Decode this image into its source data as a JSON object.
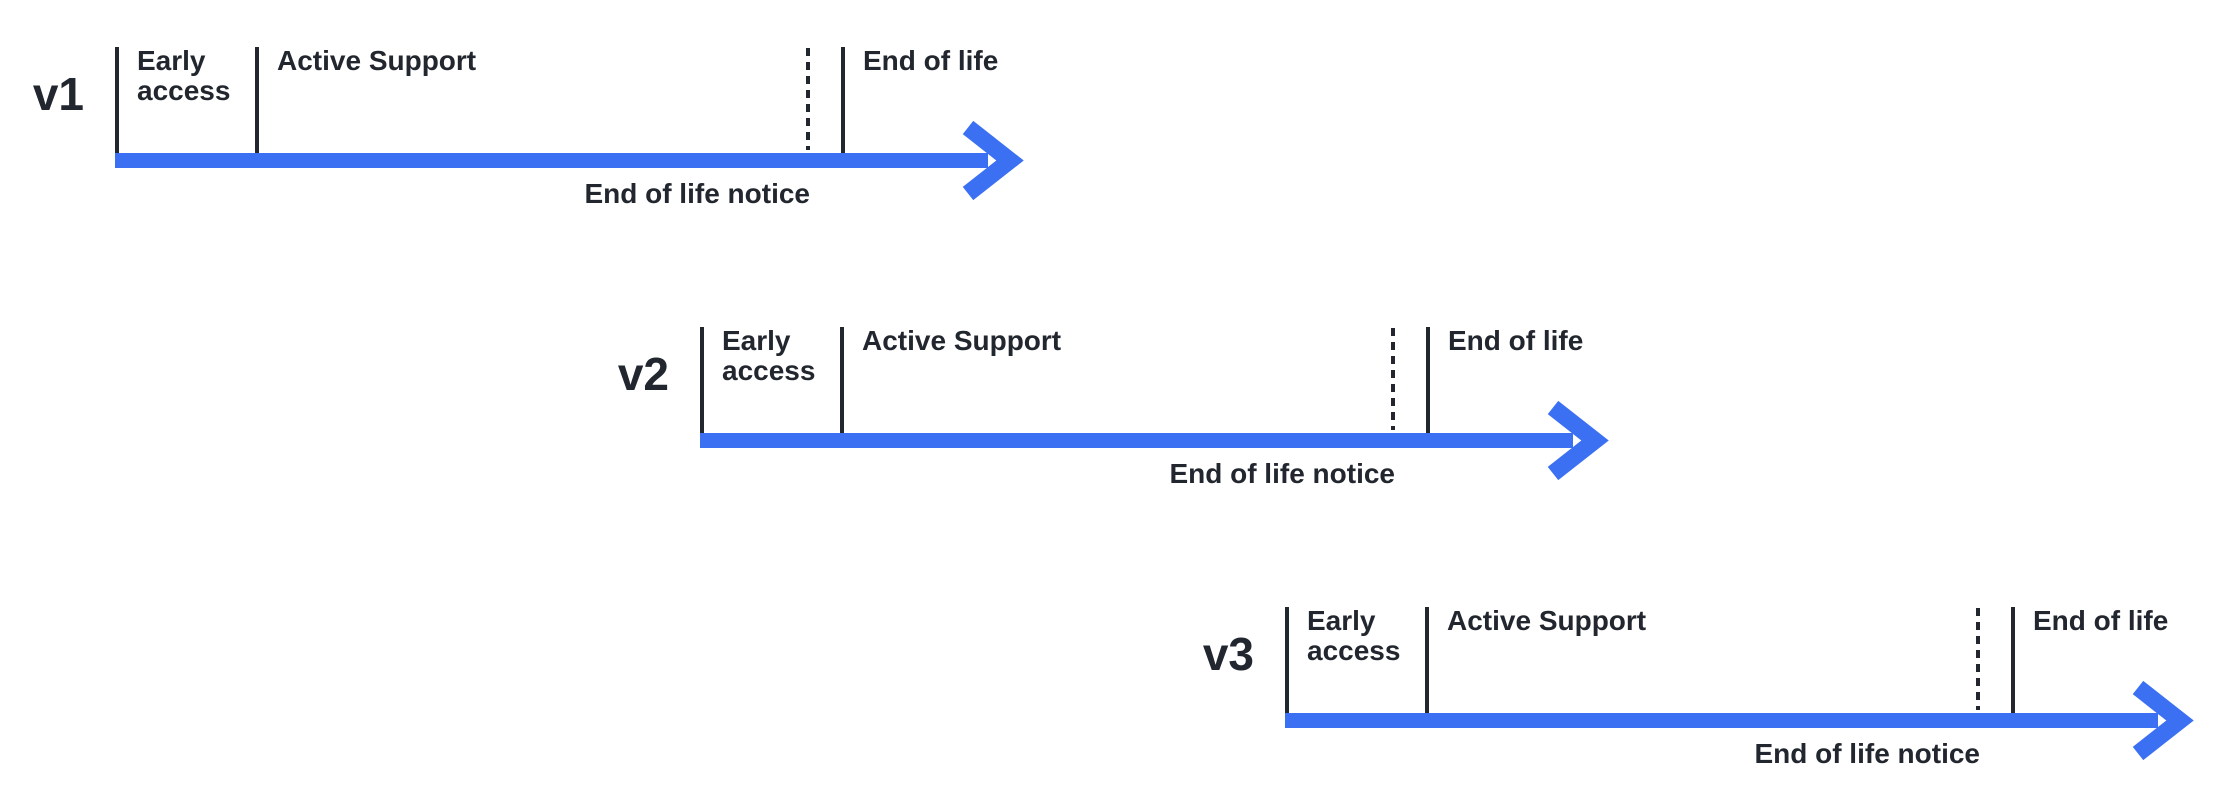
{
  "diagram": {
    "colors": {
      "background": "#ffffff",
      "accent_blue": "#3c70f2",
      "ink": "#22262e"
    },
    "timelines": [
      {
        "version": "v1",
        "early_access_label": "Early access",
        "active_support_label": "Active Support",
        "end_of_life_label": "End of life",
        "arrow_label": "End of life notice"
      },
      {
        "version": "v2",
        "early_access_label": "Early access",
        "active_support_label": "Active Support",
        "end_of_life_label": "End of life",
        "arrow_label": "End of life notice"
      },
      {
        "version": "v3",
        "early_access_label": "Early access",
        "active_support_label": "Active Support",
        "end_of_life_label": "End of life",
        "arrow_label": "End of life notice"
      }
    ]
  }
}
